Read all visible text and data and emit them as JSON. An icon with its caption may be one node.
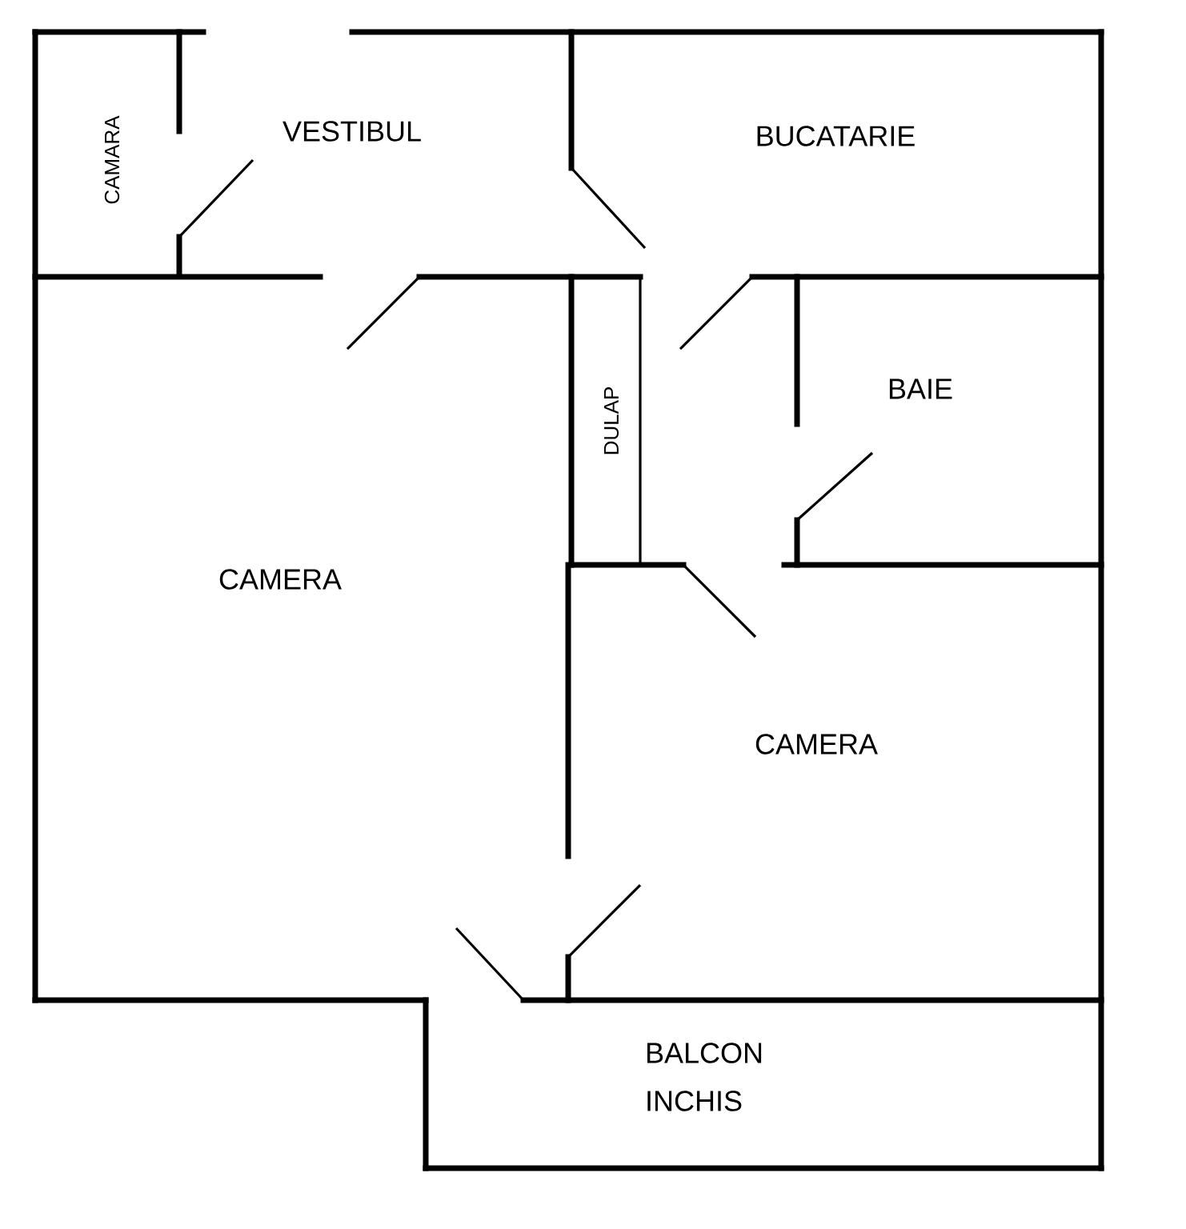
{
  "diagram": {
    "labels": [
      "CAMARA",
      "VESTIBUL",
      "BUCATARIE",
      "DULAP",
      "BAIE",
      "CAMERA",
      "CAMERA",
      "BALCON INCHIS"
    ]
  }
}
